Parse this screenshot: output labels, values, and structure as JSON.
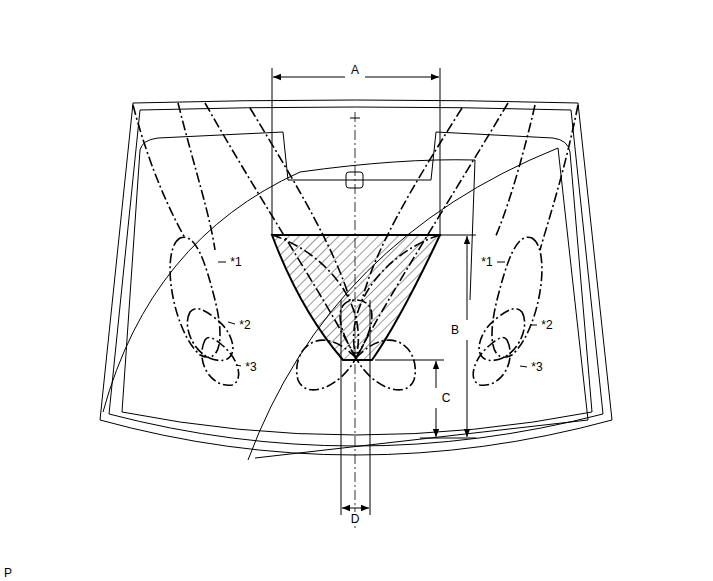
{
  "diagram": {
    "labels": [
      "A",
      "*1",
      "*1",
      "*2",
      "*2",
      "B",
      "*3",
      "*3",
      "C",
      "D",
      "P"
    ]
  }
}
